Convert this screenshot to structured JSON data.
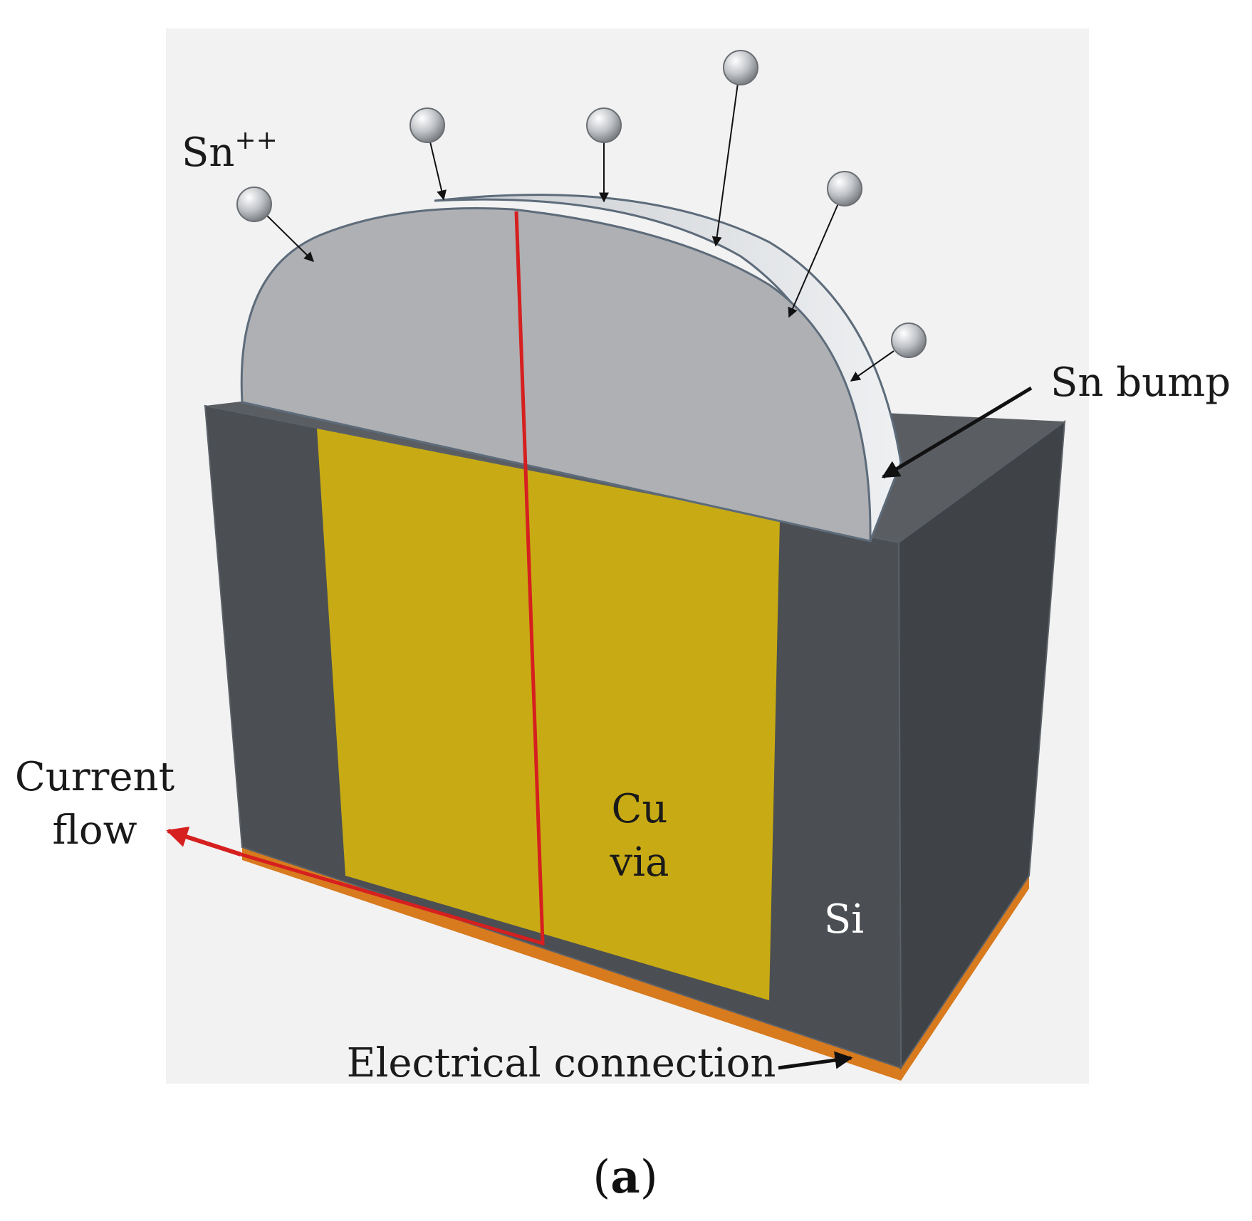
{
  "labels": {
    "sn_ions": "Sn",
    "sn_ions_sup": "++",
    "sn_bump": "Sn bump",
    "cu_via_line1": "Cu",
    "cu_via_line2": "via",
    "si": "Si",
    "current_flow_line1": "Current",
    "current_flow_line2": "flow",
    "electrical_connection": "Electrical connection",
    "caption_open": "(",
    "caption_letter": "a",
    "caption_close": ")"
  },
  "colors": {
    "background_panel": "#f2f2f2",
    "silicon_front": "#4b4f53",
    "silicon_side": "#3f4347",
    "silicon_top": "#5a5e62",
    "copper_via": "#c8ab14",
    "tin_bump_face": "#aeb0b3",
    "tin_bump_rim": "#dfe2e5",
    "electrical_connection": "#d87a1e",
    "current_path": "#d61f1f",
    "ion": "#b8bbbf"
  }
}
